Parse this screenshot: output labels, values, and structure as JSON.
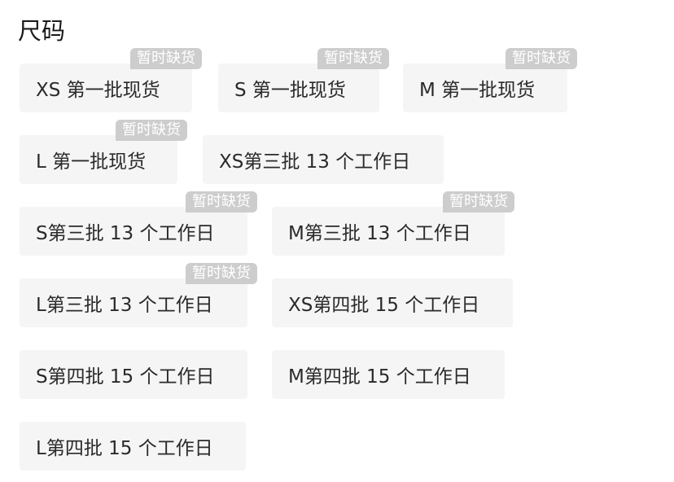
{
  "title": "尺码",
  "options": [
    {
      "label": "XS 第一批现货",
      "badge": "暂时缺货"
    },
    {
      "label": "S 第一批现货",
      "badge": "暂时缺货"
    },
    {
      "label": "M 第一批现货",
      "badge": "暂时缺货"
    },
    {
      "label": "L 第一批现货",
      "badge": "暂时缺货"
    },
    {
      "label": "XS第三批 13 个工作日",
      "badge": ""
    },
    {
      "label": "S第三批 13 个工作日",
      "badge": "暂时缺货"
    },
    {
      "label": "M第三批 13 个工作日",
      "badge": "暂时缺货"
    },
    {
      "label": "L第三批 13 个工作日",
      "badge": "暂时缺货"
    },
    {
      "label": "XS第四批 15 个工作日",
      "badge": ""
    },
    {
      "label": "S第四批 15 个工作日",
      "badge": ""
    },
    {
      "label": "M第四批 15 个工作日",
      "badge": ""
    },
    {
      "label": "L第四批 15 个工作日",
      "badge": ""
    }
  ]
}
